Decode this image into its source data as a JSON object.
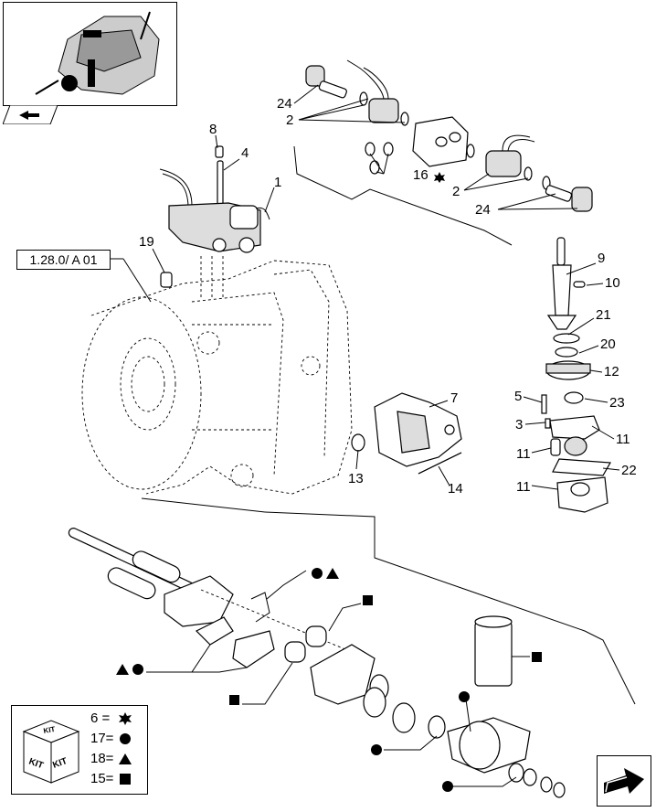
{
  "reference": {
    "label": "1.28.0/ A 01"
  },
  "callouts": [
    {
      "id": "c24a",
      "text": "24"
    },
    {
      "id": "c2a",
      "text": "2"
    },
    {
      "id": "c8",
      "text": "8"
    },
    {
      "id": "c4",
      "text": "4"
    },
    {
      "id": "c1",
      "text": "1"
    },
    {
      "id": "c16",
      "text": "16"
    },
    {
      "id": "c2b",
      "text": "2"
    },
    {
      "id": "c24b",
      "text": "24"
    },
    {
      "id": "c19",
      "text": "19"
    },
    {
      "id": "c9",
      "text": "9"
    },
    {
      "id": "c10",
      "text": "10"
    },
    {
      "id": "c21",
      "text": "21"
    },
    {
      "id": "c20",
      "text": "20"
    },
    {
      "id": "c12",
      "text": "12"
    },
    {
      "id": "c7",
      "text": "7"
    },
    {
      "id": "c5",
      "text": "5"
    },
    {
      "id": "c23",
      "text": "23"
    },
    {
      "id": "c3",
      "text": "3"
    },
    {
      "id": "c11a",
      "text": "11"
    },
    {
      "id": "c11b",
      "text": "11"
    },
    {
      "id": "c22",
      "text": "22"
    },
    {
      "id": "c11c",
      "text": "11"
    },
    {
      "id": "c13",
      "text": "13"
    },
    {
      "id": "c14",
      "text": "14"
    }
  ],
  "legend": {
    "kit_label": "KIT",
    "rows": [
      {
        "key": "6 =",
        "symbol": "star"
      },
      {
        "key": "17=",
        "symbol": "circle"
      },
      {
        "key": "18=",
        "symbol": "triangle"
      },
      {
        "key": "15=",
        "symbol": "square"
      }
    ]
  },
  "icons": {
    "thumbnail": "assembly-thumbnail-icon",
    "back": "arrow-back-icon",
    "next": "next-page-arrow-icon"
  }
}
